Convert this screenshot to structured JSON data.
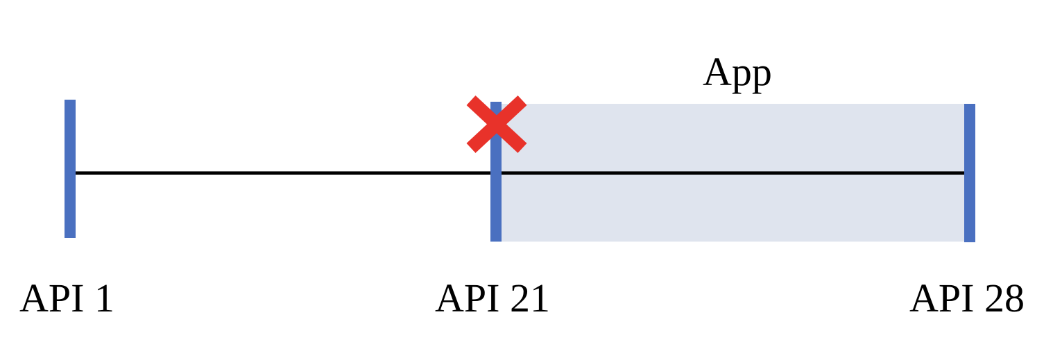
{
  "diagram": {
    "app_label": "App",
    "markers": [
      {
        "label": "API 1"
      },
      {
        "label": "API 21"
      },
      {
        "label": "API 28"
      }
    ],
    "colors": {
      "marker": "#4a70c0",
      "app_range_fill": "#dfe4ee",
      "timeline": "#000000",
      "cross": "#e8322a",
      "text": "#000000"
    },
    "icons": {
      "excluded_marker": "cross-icon"
    }
  }
}
